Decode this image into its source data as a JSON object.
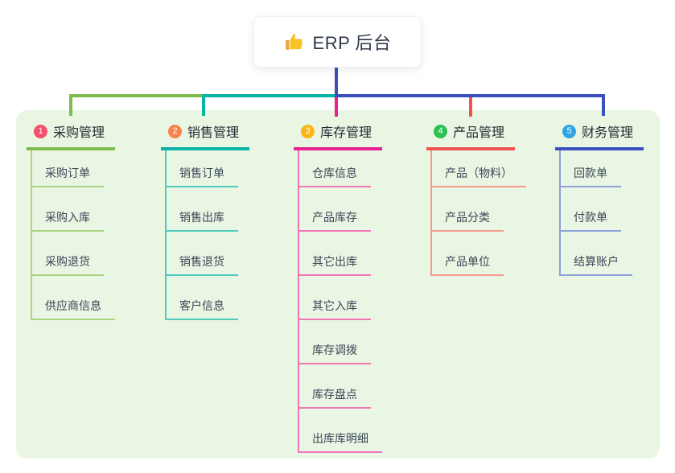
{
  "root": {
    "label": "ERP 后台",
    "icon": "thumbs-up-icon"
  },
  "branches": [
    {
      "number": "1",
      "title": "采购管理",
      "colors": {
        "main": "#7ebc4a",
        "light": "#a9d583",
        "badge": "#f5506b"
      },
      "children": [
        "采购订单",
        "采购入库",
        "采购退货",
        "供应商信息"
      ]
    },
    {
      "number": "2",
      "title": "销售管理",
      "colors": {
        "main": "#09b3a6",
        "light": "#4fcabb",
        "badge": "#f6854d"
      },
      "children": [
        "销售订单",
        "销售出库",
        "销售退货",
        "客户信息"
      ]
    },
    {
      "number": "3",
      "title": "库存管理",
      "colors": {
        "main": "#e72290",
        "light": "#f075b7",
        "badge": "#fbb415"
      },
      "children": [
        "仓库信息",
        "产品库存",
        "其它出库",
        "其它入库",
        "库存调拨",
        "库存盘点",
        "出库库明细"
      ]
    },
    {
      "number": "4",
      "title": "产品管理",
      "colors": {
        "main": "#f05350",
        "light": "#f7998f",
        "badge": "#2cc151"
      },
      "children": [
        "产品（物料）",
        "产品分类",
        "产品单位"
      ]
    },
    {
      "number": "5",
      "title": "财务管理",
      "colors": {
        "main": "#3b50bf",
        "light": "#8ca1dc",
        "badge": "#30a5e5"
      },
      "children": [
        "回款单",
        "付款单",
        "结算账户"
      ]
    }
  ],
  "canvas": {
    "background": "#ffffff",
    "panel_background": "#e9f6e3",
    "stem_color": "#3b50bf"
  }
}
